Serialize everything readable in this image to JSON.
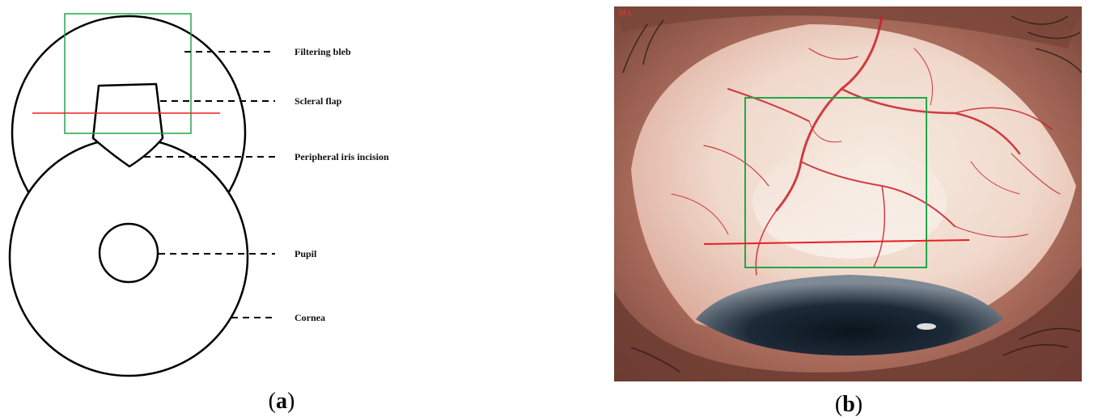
{
  "panel_a": {
    "labels": [
      "Filtering bleb",
      "Scleral flap",
      "Peripheral iris incision",
      "Pupil",
      "Cornea"
    ],
    "caption_open": "(",
    "caption_letter": "a",
    "caption_close": ")"
  },
  "panel_b": {
    "photo_tag": "04 L",
    "caption_open": "(",
    "caption_letter": "b",
    "caption_close": ")"
  },
  "colors": {
    "roi_box": "#1fa84a",
    "scan_line": "#e82020",
    "diagram_stroke": "#000000"
  }
}
